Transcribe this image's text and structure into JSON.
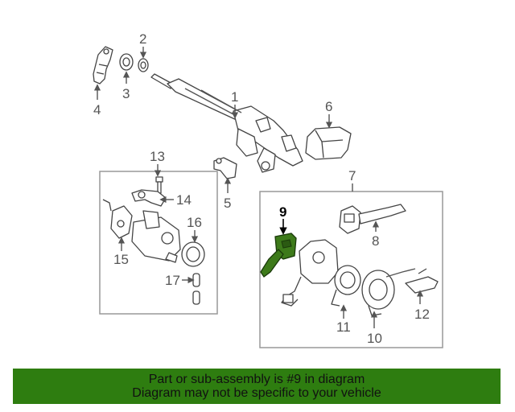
{
  "diagram": {
    "callouts": {
      "c1": "1",
      "c2": "2",
      "c3": "3",
      "c4": "4",
      "c5": "5",
      "c6": "6",
      "c7": "7",
      "c8": "8",
      "c9": "9",
      "c10": "10",
      "c11": "11",
      "c12": "12",
      "c13": "13",
      "c14": "14",
      "c15": "15",
      "c16": "16",
      "c17": "17"
    },
    "highlight_part": "9",
    "highlight_color": "#3d7a1a"
  },
  "banner": {
    "line1": "Part or sub-assembly is #9 in diagram",
    "line2": "Diagram may not be specific to your vehicle",
    "background": "#2e7d10"
  }
}
